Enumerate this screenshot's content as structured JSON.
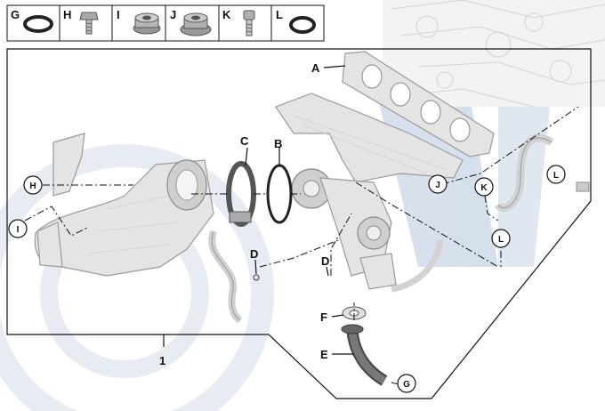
{
  "header_parts": [
    {
      "letter": "G",
      "icon": "o-ring-seal-icon"
    },
    {
      "letter": "H",
      "icon": "screw-icon"
    },
    {
      "letter": "I",
      "icon": "collar-nut-icon"
    },
    {
      "letter": "J",
      "icon": "flange-nut-icon"
    },
    {
      "letter": "K",
      "icon": "socket-bolt-icon"
    },
    {
      "letter": "L",
      "icon": "gasket-ring-icon"
    }
  ],
  "callouts": {
    "A": "A",
    "B": "B",
    "C": "C",
    "D1": "D",
    "D2": "D",
    "E": "E",
    "F": "F",
    "G": "G",
    "H": "H",
    "I": "I",
    "J": "J",
    "K": "K",
    "L1": "L",
    "L2": "L"
  },
  "kit_number": "1",
  "colors": {
    "watermark": "#c9d5e6",
    "frame": "#111111",
    "part_fill": "#e4e4e4"
  }
}
